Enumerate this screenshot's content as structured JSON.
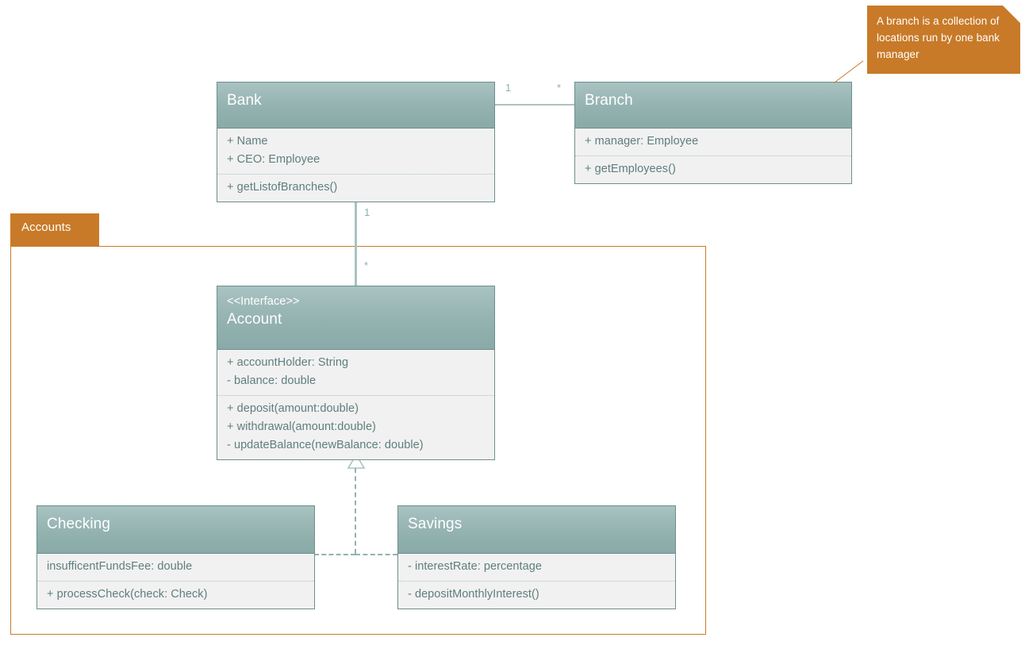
{
  "diagram": {
    "kind": "uml-class-diagram",
    "background": "#ffffff",
    "colors": {
      "class_header_top": "#a9c3c1",
      "class_header_bottom": "#89aaa8",
      "class_body": "#f1f1f1",
      "class_border": "#6e8f8d",
      "member_text": "#5f7e7d",
      "connector": "#a9c3c1",
      "package_accent": "#c87a28",
      "note_fill": "#c87a28",
      "note_text": "#ffffff"
    }
  },
  "classes": {
    "bank": {
      "name": "Bank",
      "attributes": [
        "+ Name",
        "+ CEO: Employee"
      ],
      "operations": [
        "+ getListofBranches()"
      ]
    },
    "branch": {
      "name": "Branch",
      "attributes": [
        "+ manager: Employee"
      ],
      "operations": [
        "+ getEmployees()"
      ]
    },
    "account": {
      "stereotype": "<<Interface>>",
      "name": "Account",
      "attributes": [
        "+ accountHolder: String",
        "- balance: double"
      ],
      "operations": [
        "+ deposit(amount:double)",
        "+ withdrawal(amount:double)",
        "- updateBalance(newBalance: double)"
      ]
    },
    "checking": {
      "name": "Checking",
      "attributes": [
        "insufficentFundsFee: double"
      ],
      "operations": [
        "+ processCheck(check: Check)"
      ]
    },
    "savings": {
      "name": "Savings",
      "attributes": [
        "- interestRate: percentage"
      ],
      "operations": [
        "- depositMonthlyInterest()"
      ]
    }
  },
  "package": {
    "label": "Accounts"
  },
  "note": {
    "text": "A branch is a collection of locations run by one bank manager",
    "attached_to": "Branch"
  },
  "associations": [
    {
      "id": "bank-branch",
      "from": "Bank",
      "to": "Branch",
      "type": "association",
      "source_multiplicity": "1",
      "target_multiplicity": "*"
    },
    {
      "id": "bank-account",
      "from": "Bank",
      "to": "Account",
      "type": "association",
      "source_multiplicity": "1",
      "target_multiplicity": "*"
    },
    {
      "id": "checking-account",
      "from": "Checking",
      "to": "Account",
      "type": "realization"
    },
    {
      "id": "savings-account",
      "from": "Savings",
      "to": "Account",
      "type": "realization"
    }
  ],
  "multiplicity_labels": {
    "bank_branch_source": "1",
    "bank_branch_target": "*",
    "bank_account_source": "1",
    "bank_account_target": "*"
  }
}
